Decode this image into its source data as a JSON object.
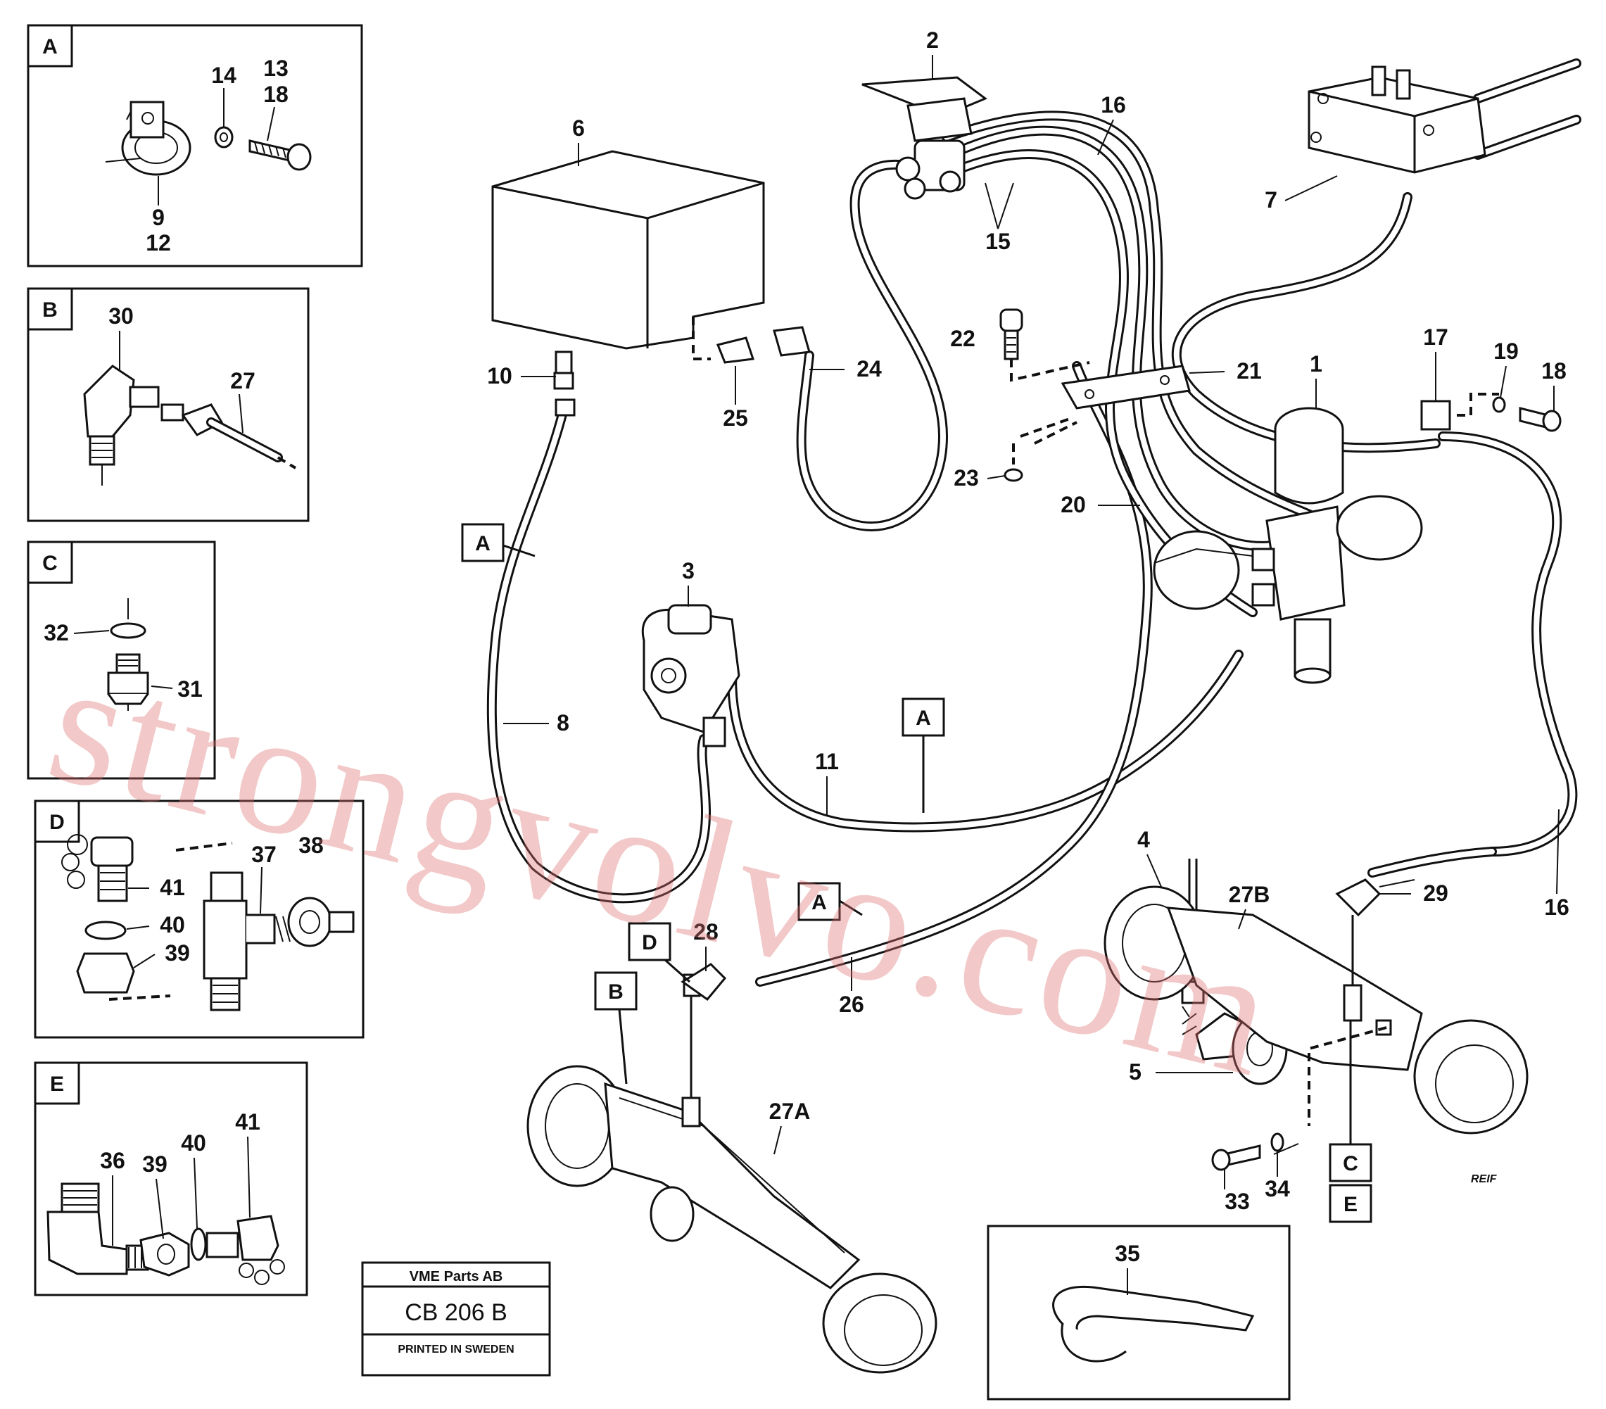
{
  "callouts": {
    "c1": "1",
    "c2": "2",
    "c3": "3",
    "c4": "4",
    "c5": "5",
    "c6": "6",
    "c7": "7",
    "c8": "8",
    "c10": "10",
    "c11": "11",
    "c15": "15",
    "c16a": "16",
    "c16b": "16",
    "c17": "17",
    "c18": "18",
    "c19": "19",
    "c20": "20",
    "c21": "21",
    "c22": "22",
    "c23": "23",
    "c24": "24",
    "c25": "25",
    "c26": "26",
    "c27a": "27A",
    "c27b": "27B",
    "c28": "28",
    "c29": "29",
    "c33": "33",
    "c34": "34",
    "c35": "35"
  },
  "markers": {
    "m_a1": "A",
    "m_a2": "A",
    "m_a3": "A",
    "m_b": "B",
    "m_c": "C",
    "m_d": "D",
    "m_e": "E",
    "m_e2": "E",
    "m_c2": "C"
  },
  "insets": {
    "A": {
      "label": "A",
      "parts": {
        "p14": "14",
        "p13": "13",
        "p18": "18",
        "p9": "9",
        "p12": "12"
      }
    },
    "B": {
      "label": "B",
      "parts": {
        "p30": "30",
        "p27": "27"
      }
    },
    "C": {
      "label": "C",
      "parts": {
        "p32": "32",
        "p31": "31"
      }
    },
    "D": {
      "label": "D",
      "parts": {
        "p37": "37",
        "p38": "38",
        "p41": "41",
        "p40": "40",
        "p39": "39"
      }
    },
    "E": {
      "label": "E",
      "parts": {
        "p36": "36",
        "p39": "39",
        "p40": "40",
        "p41": "41"
      }
    }
  },
  "title_block": {
    "company": "VME Parts AB",
    "code": "CB 206 B",
    "printed": "PRINTED IN SWEDEN"
  },
  "signature": "REIF",
  "watermark": "strongvolvo.com"
}
